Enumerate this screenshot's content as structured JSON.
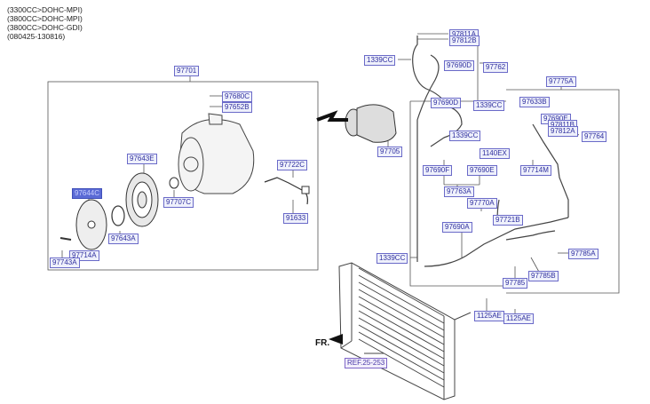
{
  "header": {
    "lines": [
      "(3300CC>DOHC-MPI)",
      "(3800CC>DOHC-MPI)",
      "(3800CC>DOHC-GDI)",
      "(080425-130816)"
    ]
  },
  "direction_label": "FR.",
  "labels": {
    "p97701": "97701",
    "p97680C": "97680C",
    "p97652B": "97652B",
    "p97643E": "97643E",
    "p97644C": "97644C",
    "p97707C": "97707C",
    "p97643A": "97643A",
    "p97714A": "97714A",
    "p97743A": "97743A",
    "p97722C": "97722C",
    "p91633": "91633",
    "p97705": "97705",
    "p97811A": "97811A",
    "p97812B": "97812B",
    "p1339CC_a": "1339CC",
    "p97690D_a": "97690D",
    "p97762": "97762",
    "p97690D_b": "97690D",
    "p1339CC_b": "1339CC",
    "p1339CC_c": "1339CC",
    "p1140EX": "1140EX",
    "p97690F": "97690F",
    "p97690E": "97690E",
    "p97763A": "97763A",
    "p97770A": "97770A",
    "p97690A": "97690A",
    "p97721B": "97721B",
    "p1339CC_d": "1339CC",
    "p97785_a": "97785",
    "p97785B": "97785B",
    "p97785A": "97785A",
    "p1125AE_a": "1125AE",
    "p1125AE_b": "1125AE",
    "p97775A": "97775A",
    "p97633B": "97633B",
    "p97690E_b": "97690E",
    "p97811B": "97811B",
    "p97812A": "97812A",
    "p97764": "97764",
    "p97714M": "97714M",
    "pREF": "REF.25-253"
  },
  "highlighted_part": "97644C",
  "colors": {
    "label_border": "#6a6ac8",
    "label_fill": "#eef0fb",
    "highlight_fill": "#5b6bd6",
    "line": "#555555"
  }
}
